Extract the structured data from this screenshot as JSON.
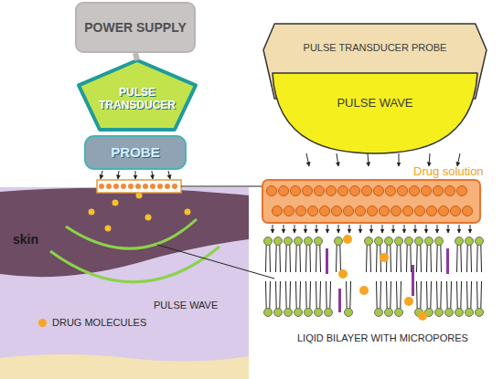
{
  "diagram": {
    "nodes": [
      {
        "text": [
          "POWER SUPPLY"
        ]
      },
      {
        "text": [
          "PULSE TRANSDUCER"
        ]
      },
      {
        "text": [
          "PROBE"
        ]
      },
      {
        "text": [
          "PULSE TRANSDUCER PROBE"
        ]
      },
      {
        "text": [
          "PULSE WAVE"
        ]
      }
    ],
    "edges": [
      {
        "from": 0,
        "to": 1,
        "arrow": "none"
      }
    ],
    "labels": [
      "skin",
      "PULSE WAVE",
      "Drug solution",
      "LIQID BILAYER WITH MICROPORES"
    ],
    "legend": [
      {
        "text": "DRUG MOLECULES",
        "color": "#f5a623"
      }
    ]
  }
}
